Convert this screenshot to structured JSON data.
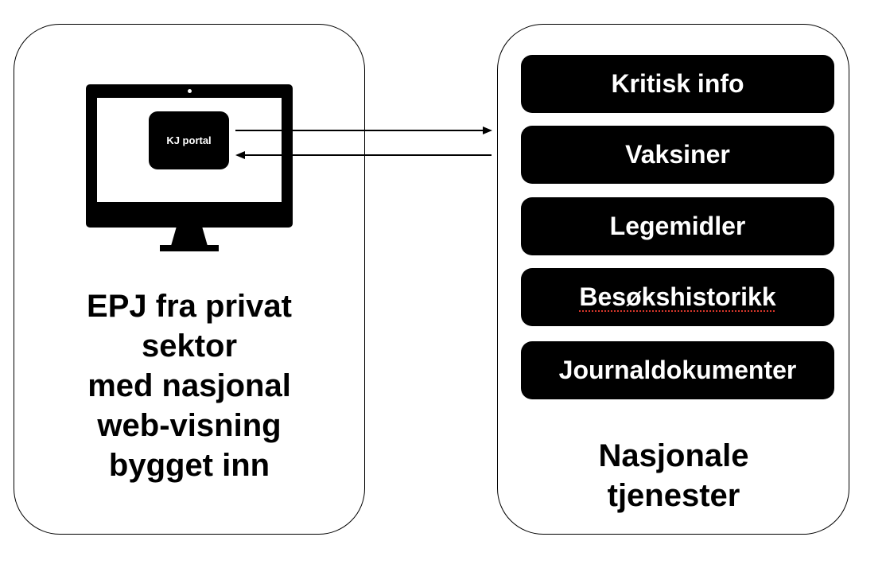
{
  "left_panel": {
    "portal_label": "KJ portal",
    "title_lines": [
      "EPJ fra privat",
      "sektor",
      "med nasjonal",
      "web-visning",
      "bygget inn"
    ]
  },
  "right_panel": {
    "services": [
      {
        "label": "Kritisk info"
      },
      {
        "label": "Vaksiner"
      },
      {
        "label": "Legemidler"
      },
      {
        "label": "Besøkshistorikk",
        "spellcheck_underline": true
      },
      {
        "label": "Journaldokumenter"
      }
    ],
    "title_lines": [
      "Nasjonale",
      "tjenester"
    ]
  },
  "arrows": [
    {
      "from": "kj-portal",
      "to": "nasjonale-tjenester",
      "direction": "right"
    },
    {
      "from": "nasjonale-tjenester",
      "to": "kj-portal",
      "direction": "left"
    }
  ],
  "colors": {
    "spellcheck": "#d9372b"
  }
}
